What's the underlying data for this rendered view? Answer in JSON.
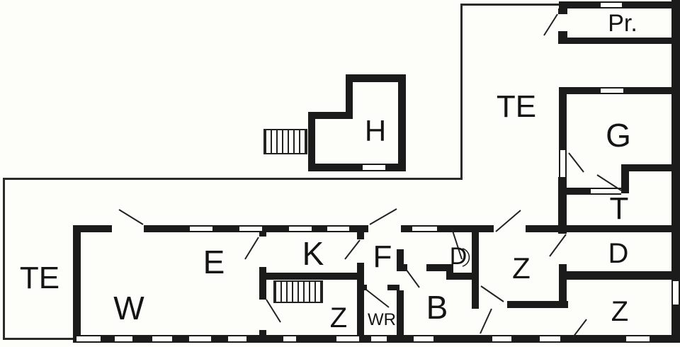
{
  "diagram_type": "floor-plan",
  "colors": {
    "wall": "#1b1b1b",
    "line": "#2a2a2a",
    "floor": "#fdfdfa"
  },
  "rooms": [
    {
      "id": "terrace-top",
      "label": "TE"
    },
    {
      "id": "pr-room",
      "label": "Pr."
    },
    {
      "id": "room-g",
      "label": "G"
    },
    {
      "id": "room-t",
      "label": "T"
    },
    {
      "id": "room-d-right",
      "label": "D"
    },
    {
      "id": "room-z-right",
      "label": "Z"
    },
    {
      "id": "terrace-left",
      "label": "TE"
    },
    {
      "id": "room-w",
      "label": "W"
    },
    {
      "id": "room-e",
      "label": "E"
    },
    {
      "id": "room-k",
      "label": "K"
    },
    {
      "id": "room-f",
      "label": "F"
    },
    {
      "id": "corridor-d",
      "label": "D"
    },
    {
      "id": "room-z-middle",
      "label": "Z"
    },
    {
      "id": "room-z-stairs",
      "label": "Z"
    },
    {
      "id": "room-wr",
      "label": "WR"
    },
    {
      "id": "room-b",
      "label": "B"
    },
    {
      "id": "outbuilding-h",
      "label": "H"
    }
  ]
}
